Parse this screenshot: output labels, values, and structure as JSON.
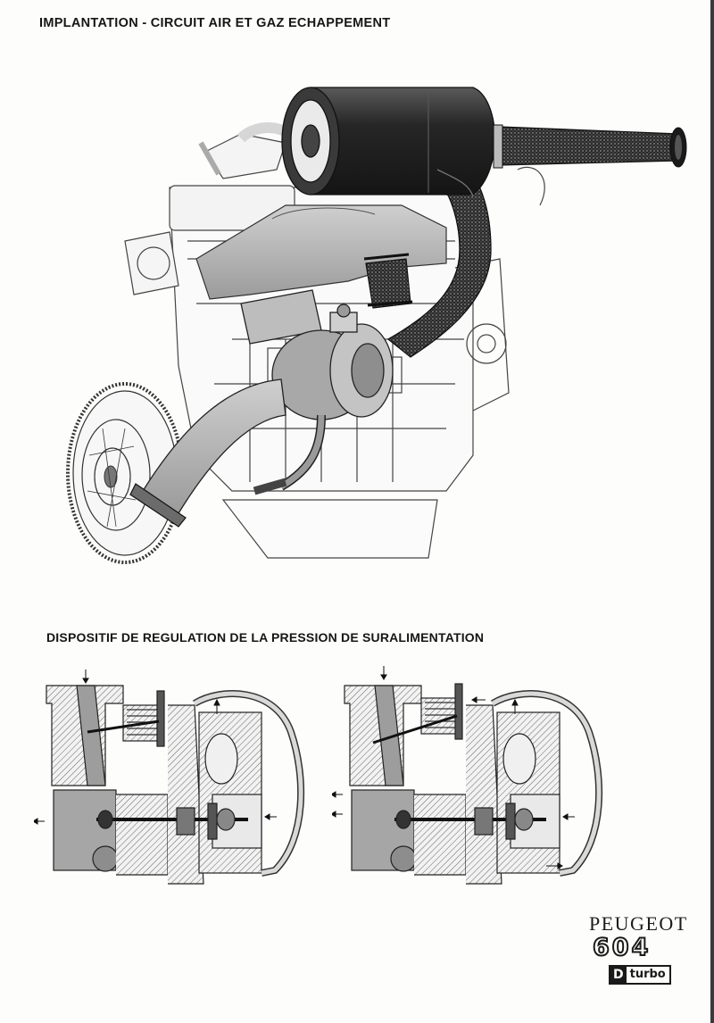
{
  "headings": {
    "implantation": "IMPLANTATION - CIRCUIT AIR ET GAZ ECHAPPEMENT",
    "regulation": "DISPOSITIF DE REGULATION DE LA PRESSION DE SURALIMENTATION"
  },
  "branding": {
    "maker": "PEUGEOT",
    "model": "604",
    "badge_letter": "D",
    "badge_word": "turbo"
  },
  "illustrations": {
    "engine": "engine-cutaway-drawing",
    "regulator_closed": "turbo-wastegate-closed-diagram",
    "regulator_open": "turbo-wastegate-open-diagram"
  }
}
